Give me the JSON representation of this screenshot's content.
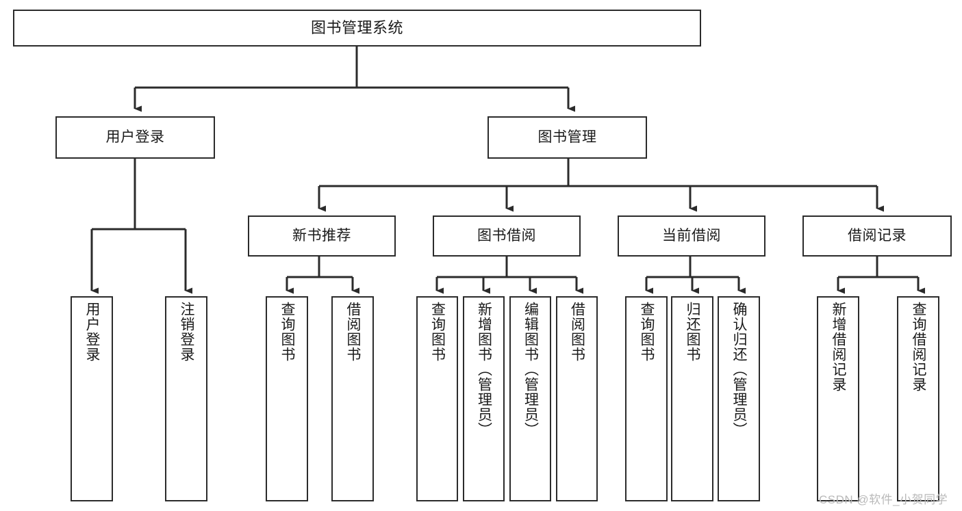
{
  "diagram": {
    "title": "图书管理系统",
    "type": "tree-hierarchy-chart",
    "watermark": "CSDN @软件_小贺同学",
    "colors": {
      "box_border": "#2b2b2b",
      "box_fill": "#ffffff",
      "edge": "#2b2b2b",
      "text": "#1a1a1a",
      "watermark": "#b9b9b9",
      "background": "#ffffff"
    },
    "nodes": {
      "root": {
        "label": "图书管理系统"
      },
      "level1": [
        {
          "id": "user-login",
          "label": "用户登录"
        },
        {
          "id": "book-manage",
          "label": "图书管理"
        }
      ],
      "level2": [
        {
          "id": "new-book-recommend",
          "label": "新书推荐"
        },
        {
          "id": "book-borrow",
          "label": "图书借阅"
        },
        {
          "id": "current-borrow",
          "label": "当前借阅"
        },
        {
          "id": "borrow-record",
          "label": "借阅记录"
        }
      ],
      "leaves": {
        "user_login": [
          {
            "id": "leaf-user-login",
            "label": "用户登录"
          },
          {
            "id": "leaf-logout-login",
            "label": "注销登录"
          }
        ],
        "new_book_recommend": [
          {
            "id": "leaf-query-book-1",
            "label": "查询图书"
          },
          {
            "id": "leaf-borrow-book-1",
            "label": "借阅图书"
          }
        ],
        "book_borrow": [
          {
            "id": "leaf-query-book-2",
            "label": "查询图书"
          },
          {
            "id": "leaf-add-book",
            "label": "新增图书（管理员）"
          },
          {
            "id": "leaf-edit-book",
            "label": "编辑图书（管理员）"
          },
          {
            "id": "leaf-borrow-book-2",
            "label": "借阅图书"
          }
        ],
        "current_borrow": [
          {
            "id": "leaf-query-book-3",
            "label": "查询图书"
          },
          {
            "id": "leaf-return-book",
            "label": "归还图书"
          },
          {
            "id": "leaf-confirm-return",
            "label": "确认归还（管理员）"
          }
        ],
        "borrow_record": [
          {
            "id": "leaf-add-record",
            "label": "新增借阅记录"
          },
          {
            "id": "leaf-query-record",
            "label": "查询借阅记录"
          }
        ]
      }
    }
  }
}
